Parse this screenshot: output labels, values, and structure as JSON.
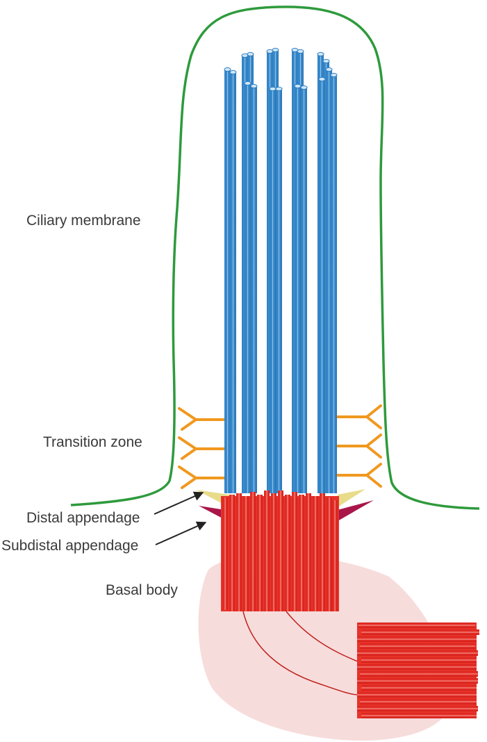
{
  "labels": {
    "ciliary_membrane": "Ciliary membrane",
    "transition_zone": "Transition zone",
    "distal_appendage": "Distal appendage",
    "subdistal_appendage": "Subdistal appendage",
    "basal_body": "Basal body"
  },
  "colors": {
    "membrane": "#2e9a3c",
    "axoneme": "#3d8fd0",
    "axoneme_highlight": "#d9ecfa",
    "transition_fibers": "#f0981e",
    "distal_appendage": "#e8dc8a",
    "subdistal_appendage": "#a8164a",
    "basal_body": "#e8322a",
    "basal_body_highlight": "#fbd6d2",
    "cytoplasm_region": "#f6d6d6",
    "arrow": "#222222"
  }
}
